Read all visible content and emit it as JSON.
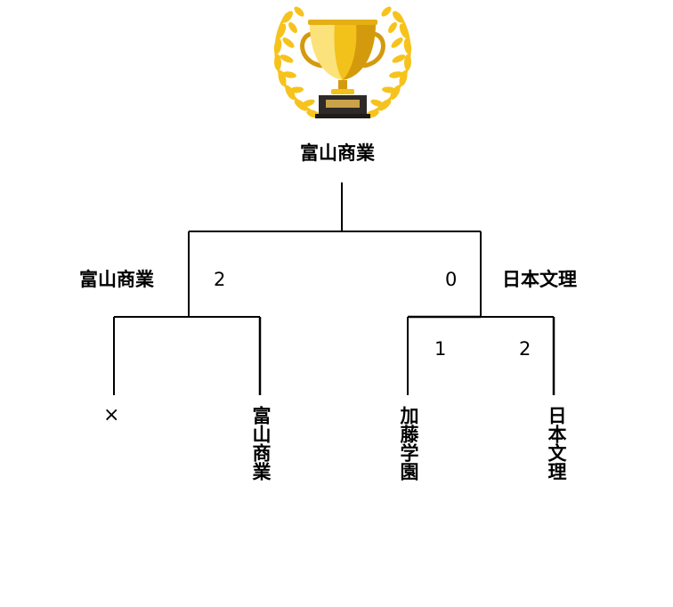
{
  "champion": "富山商業",
  "semifinal": {
    "left": {
      "team": "富山商業",
      "score": "2"
    },
    "right": {
      "team": "日本文理",
      "score": "0"
    }
  },
  "quarterfinal_right": {
    "left_score": "1",
    "right_score": "2"
  },
  "entries": [
    {
      "team": "×"
    },
    {
      "team": "富山商業"
    },
    {
      "team": "加藤学園"
    },
    {
      "team": "日本文理"
    }
  ],
  "colors": {
    "trophy_gold": "#F2C21A",
    "trophy_light": "#FBE27A",
    "trophy_dark": "#D49A0E",
    "laurel": "#F6C31C",
    "base": "#2E2A28",
    "plate": "#C9A24A",
    "line": "#000000"
  },
  "icons": {
    "trophy": "trophy-with-laurel-icon"
  }
}
